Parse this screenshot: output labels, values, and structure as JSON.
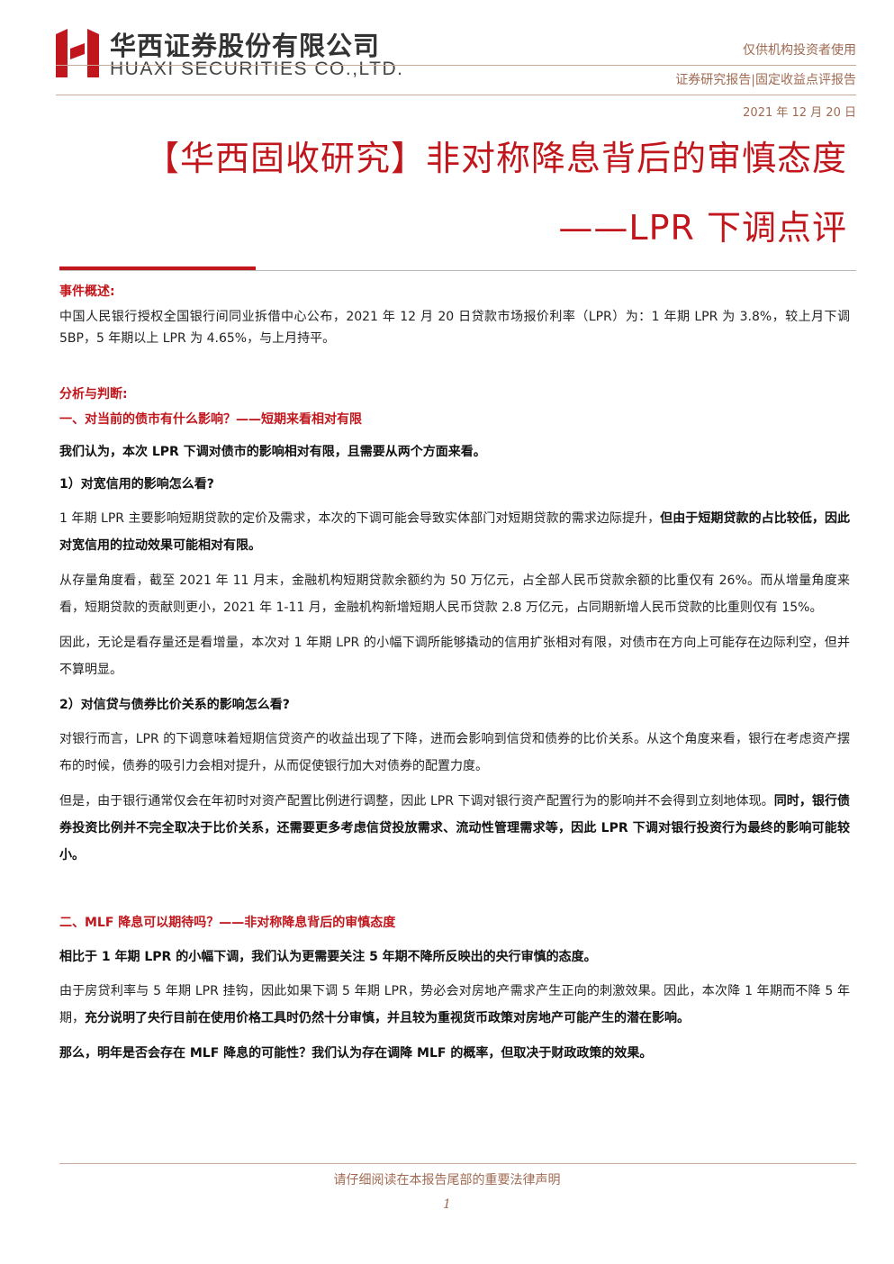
{
  "header": {
    "company_cn": "华西证券股份有限公司",
    "company_en": "HUAXI SECURITIES CO.,LTD.",
    "notice": "仅供机构投资者使用",
    "report_type": "证券研究报告|固定收益点评报告",
    "date": "2021 年 12 月 20 日",
    "brand_color": "#c0161c"
  },
  "title": {
    "line1": "【华西固收研究】非对称降息背后的审慎态度",
    "line2": "——LPR 下调点评"
  },
  "event": {
    "label": "事件概述:",
    "text": "中国人民银行授权全国银行间同业拆借中心公布，2021 年 12 月 20 日贷款市场报价利率（LPR）为：1 年期 LPR 为 3.8%，较上月下调 5BP，5 年期以上 LPR 为 4.65%，与上月持平。"
  },
  "analysis": {
    "label": "分析与判断:",
    "section1": {
      "heading": "一、对当前的债市有什么影响？——短期来看相对有限",
      "lead": "我们认为，本次 LPR 下调对债市的影响相对有限，且需要从两个方面来看。",
      "q1": "1）对宽信用的影响怎么看?",
      "p1_normal": "1 年期 LPR 主要影响短期贷款的定价及需求，本次的下调可能会导致实体部门对短期贷款的需求边际提升，",
      "p1_bold": "但由于短期贷款的占比较低，因此对宽信用的拉动效果可能相对有限。",
      "p2": "从存量角度看，截至 2021 年 11 月末，金融机构短期贷款余额约为 50 万亿元，占全部人民币贷款余额的比重仅有 26%。而从增量角度来看，短期贷款的贡献则更小，2021 年 1-11 月，金融机构新增短期人民币贷款 2.8 万亿元，占同期新增人民币贷款的比重则仅有 15%。",
      "p3": "因此，无论是看存量还是看增量，本次对 1 年期 LPR 的小幅下调所能够撬动的信用扩张相对有限，对债市在方向上可能存在边际利空，但并不算明显。",
      "q2": "2）对信贷与债券比价关系的影响怎么看?",
      "p4": "对银行而言，LPR 的下调意味着短期信贷资产的收益出现了下降，进而会影响到信贷和债券的比价关系。从这个角度来看，银行在考虑资产摆布的时候，债券的吸引力会相对提升，从而促使银行加大对债券的配置力度。",
      "p5_normal": "但是，由于银行通常仅会在年初时对资产配置比例进行调整，因此 LPR 下调对银行资产配置行为的影响并不会得到立刻地体现。",
      "p5_bold": "同时，银行债券投资比例并不完全取决于比价关系，还需要更多考虑信贷投放需求、流动性管理需求等，因此 LPR 下调对银行投资行为最终的影响可能较小。"
    },
    "section2": {
      "heading": "二、MLF 降息可以期待吗？——非对称降息背后的审慎态度",
      "lead": "相比于 1 年期 LPR 的小幅下调，我们认为更需要关注 5 年期不降所反映出的央行审慎的态度。",
      "p1_normal": "由于房贷利率与 5 年期 LPR 挂钩，因此如果下调 5 年期 LPR，势必会对房地产需求产生正向的刺激效果。因此，本次降 1 年期而不降 5 年期，",
      "p1_bold": "充分说明了央行目前在使用价格工具时仍然十分审慎，并且较为重视货币政策对房地产可能产生的潜在影响。",
      "p2": "那么，明年是否会存在 MLF 降息的可能性？我们认为存在调降 MLF 的概率，但取决于财政政策的效果。"
    }
  },
  "footer": {
    "notice": "请仔细阅读在本报告尾部的重要法律声明",
    "page": "1"
  }
}
